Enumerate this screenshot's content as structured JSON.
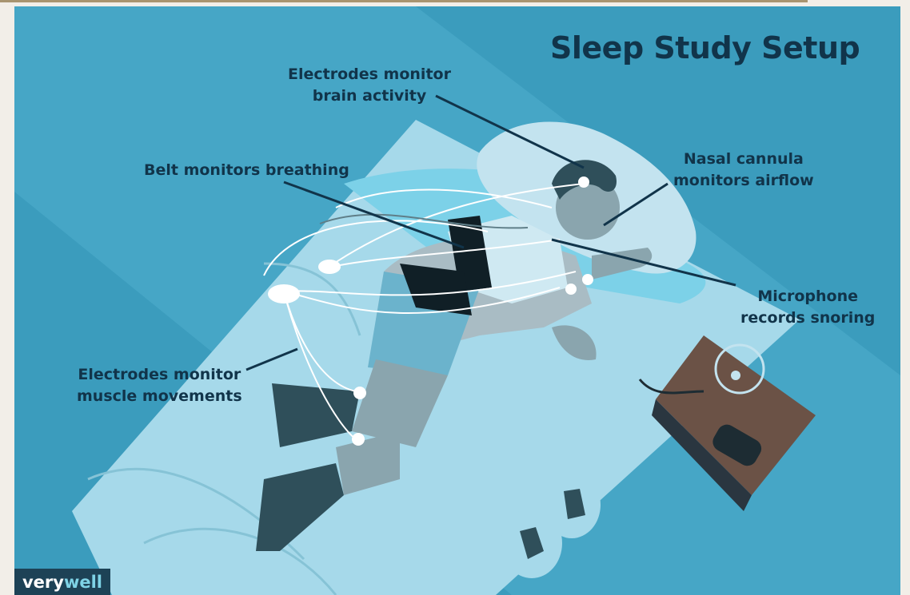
{
  "title": "Sleep Study Setup",
  "labels": {
    "brain": [
      "Electrodes monitor",
      "brain activity"
    ],
    "breathing": [
      "Belt monitors breathing"
    ],
    "airflow": [
      "Nasal cannula",
      "monitors airflow"
    ],
    "snoring": [
      "Microphone",
      "records snoring"
    ],
    "muscle": [
      "Electrodes monitor",
      "muscle movements"
    ]
  },
  "logo": {
    "part1": "very",
    "part2": "well"
  },
  "colors": {
    "background": "#3b9cbd",
    "bed": "#a6d9ea",
    "pillow": "#c3e3ef",
    "label_text": "#11344a",
    "logo_bg": "#1d4256"
  }
}
